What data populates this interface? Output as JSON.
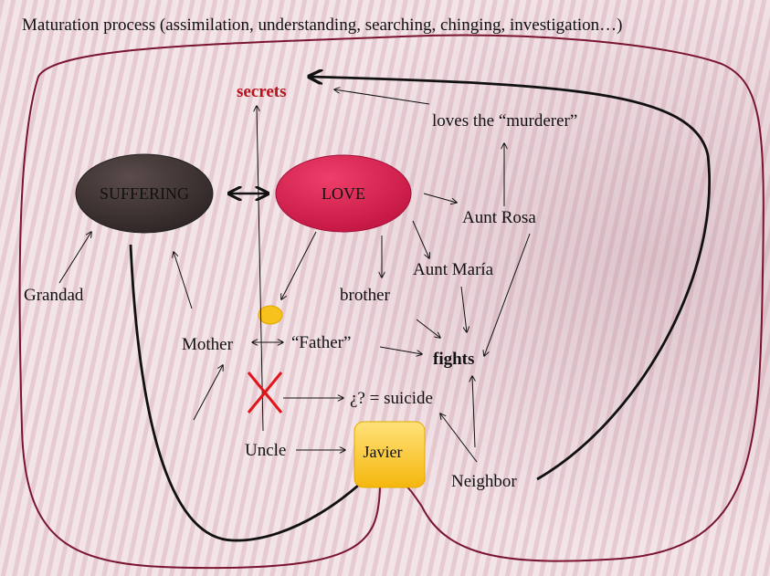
{
  "title": "Maturation process (assimilation, understanding, searching, chinging, investigation…)",
  "nodes": {
    "suffering": "SUFFERING",
    "love": "LOVE",
    "secrets": "secrets",
    "loves_murderer": "loves the “murderer”",
    "aunt_rosa": "Aunt Rosa",
    "aunt_maria": "Aunt María",
    "brother": "brother",
    "grandad": "Grandad",
    "mother": "Mother",
    "father": "“Father”",
    "fights": "fights",
    "suicide": "¿? = suicide",
    "uncle": "Uncle",
    "javier": "Javier",
    "neighbor": "Neighbor"
  },
  "colors": {
    "suffering_fill": "#3a302f",
    "love_fill": "#d41f4e",
    "javier_fill": "#f9c31c",
    "outline": "#7a1530",
    "secrets_text": "#b5121b",
    "cross": "#e0151b"
  }
}
